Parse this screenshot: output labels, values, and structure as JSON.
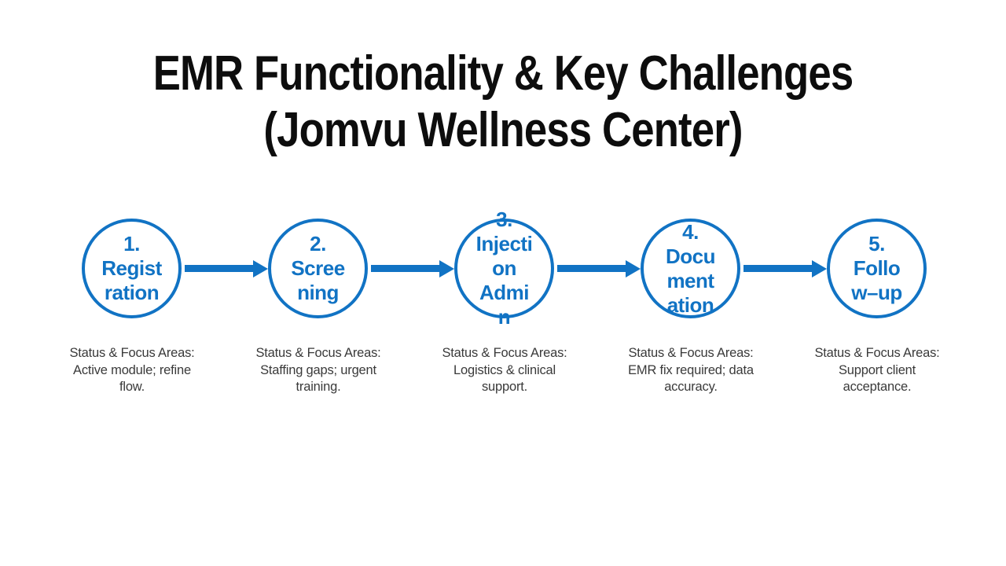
{
  "slide": {
    "title": "EMR Functionality & Key Challenges\n(Jomvu Wellness Center)",
    "colors": {
      "accent_blue": "#1173C4",
      "title_black": "#0D0D0D",
      "caption_gray": "#3A3A3A"
    },
    "flow": {
      "steps": [
        {
          "label": "1.\nRegist\nration",
          "caption": "Status & Focus Areas:\nActive module; refine\nflow."
        },
        {
          "label": "2.\nScree\nning",
          "caption": "Status & Focus Areas:\nStaffing gaps; urgent\ntraining."
        },
        {
          "label": "3.\nInjecti\non\nAdmi\nn",
          "caption": "Status & Focus Areas:\nLogistics & clinical\nsupport."
        },
        {
          "label": "4.\nDocu\nment\nation",
          "caption": "Status & Focus Areas:\nEMR fix required; data\naccuracy."
        },
        {
          "label": "5.\nFollo\nw–up",
          "caption": "Status & Focus Areas:\nSupport client\nacceptance."
        }
      ]
    }
  }
}
